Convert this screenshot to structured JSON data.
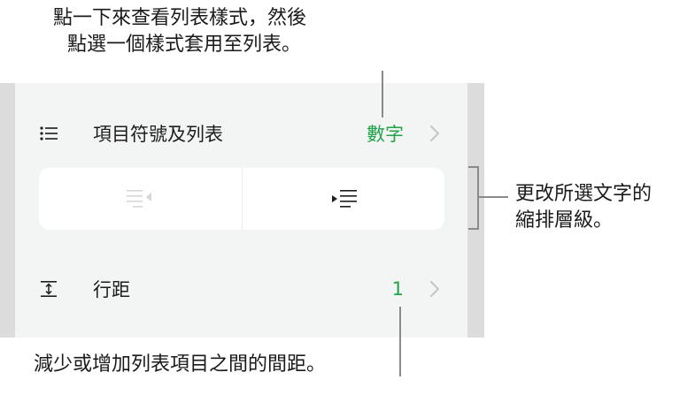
{
  "callouts": {
    "top": [
      "點一下來查看列表樣式，然後",
      "點選一個樣式套用至列表。"
    ],
    "right": [
      "更改所選文字的",
      "縮排層級。"
    ],
    "bottom": "減少或增加列表項目之間的間距。"
  },
  "panel": {
    "bullets_row": {
      "icon": "bulleted-list-icon",
      "label": "項目符號及列表",
      "value": "數字",
      "chevron": "chevron-right-icon"
    },
    "indent": {
      "decrease_icon": "decrease-indent-icon",
      "increase_icon": "increase-indent-icon",
      "decrease_enabled": false,
      "increase_enabled": true
    },
    "spacing_row": {
      "icon": "line-spacing-icon",
      "label": "行距",
      "value": "1",
      "chevron": "chevron-right-icon"
    }
  },
  "colors": {
    "accent": "#21a448",
    "panel_bg": "#f3f5f5",
    "strip_bg": "#dcdcdc",
    "callout_line": "#8a8a8a"
  }
}
